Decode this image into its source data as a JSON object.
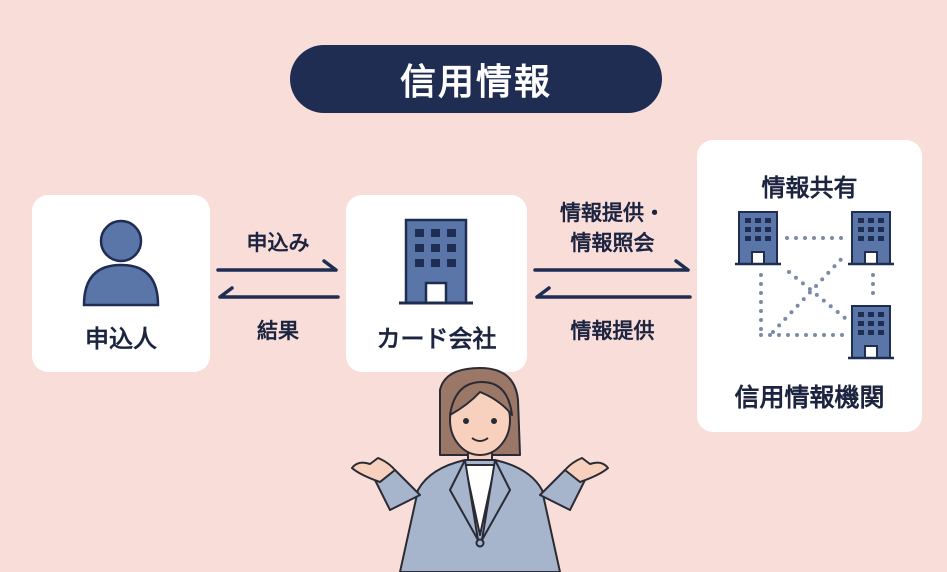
{
  "title": "信用情報",
  "applicant": {
    "label": "申込人",
    "icon": "person-icon"
  },
  "card_company": {
    "label": "カード会社",
    "icon": "building-icon"
  },
  "bureau": {
    "title": "情報共有",
    "label": "信用情報機関",
    "icon": "building-network-icon"
  },
  "flows": {
    "apply": "申込み",
    "result": "結果",
    "provide_inquire_line1": "情報提供・",
    "provide_inquire_line2": "情報照会",
    "provide": "情報提供"
  },
  "colors": {
    "background": "#f8ddd9",
    "navy": "#1f2d52",
    "icon_blue": "#5a76a8"
  }
}
